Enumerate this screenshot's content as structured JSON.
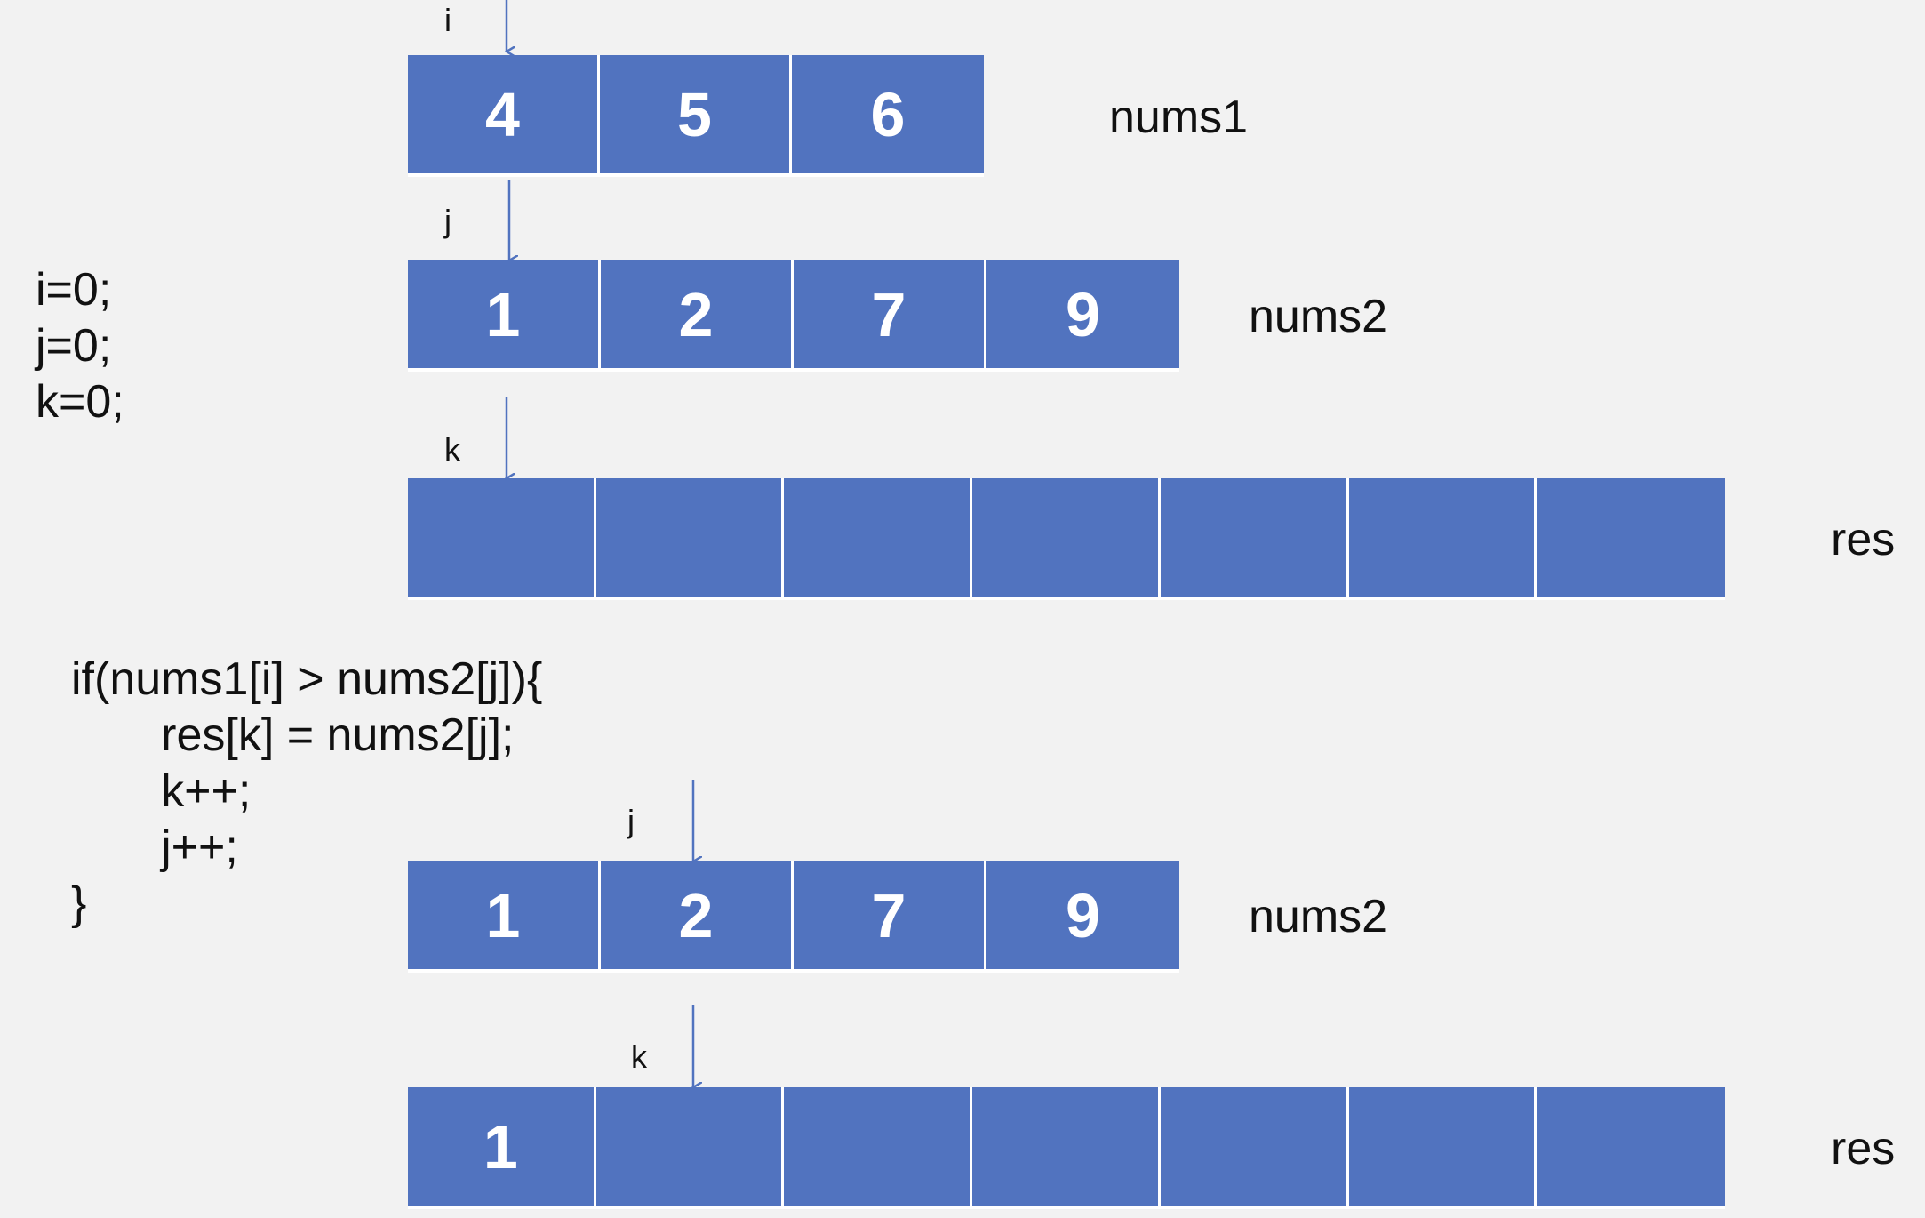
{
  "colors": {
    "cell_fill": "#5173bf",
    "cell_text": "#ffffff",
    "arrow": "#5173bf",
    "background": "#f2f2f2"
  },
  "top": {
    "nums1": {
      "name": "nums1",
      "pointer": "i",
      "values": [
        "4",
        "5",
        "6"
      ]
    },
    "nums2": {
      "name": "nums2",
      "pointer": "j",
      "values": [
        "1",
        "2",
        "7",
        "9"
      ]
    },
    "res": {
      "name": "res",
      "pointer": "k",
      "values": [
        "",
        "",
        "",
        "",
        "",
        "",
        ""
      ]
    }
  },
  "init_lines": [
    "i=0;",
    "j=0;",
    "k=0;"
  ],
  "code_lines": [
    "if(nums1[i] > nums2[j]){",
    "       res[k] = nums2[j];",
    "       k++;",
    "       j++;",
    "}"
  ],
  "bottom": {
    "nums2": {
      "name": "nums2",
      "pointer": "j",
      "values": [
        "1",
        "2",
        "7",
        "9"
      ]
    },
    "res": {
      "name": "res",
      "pointer": "k",
      "values": [
        "1",
        "",
        "",
        "",
        "",
        "",
        ""
      ]
    }
  }
}
